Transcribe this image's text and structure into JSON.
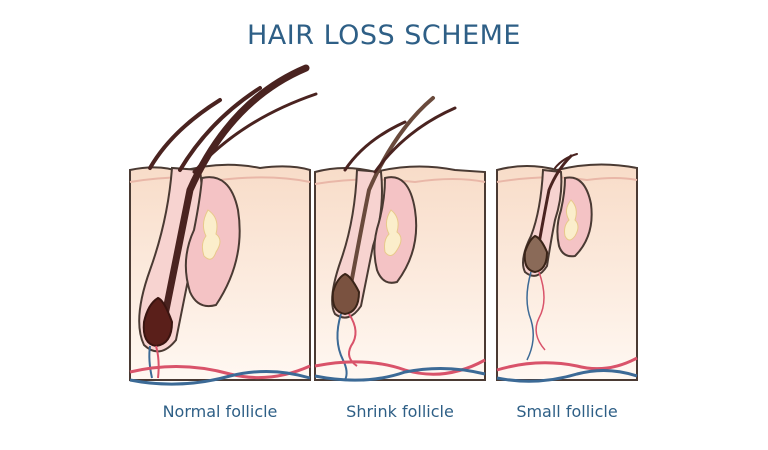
{
  "title": "HAIR LOSS SCHEME",
  "panels": [
    {
      "caption": "Normal follicle"
    },
    {
      "caption": "Shrink follicle"
    },
    {
      "caption": "Small follicle"
    }
  ],
  "colors": {
    "title": "#2e5f86",
    "skin_top": "#f9e3d3",
    "skin_bottom": "#fff6ef",
    "outline": "#4a3a33",
    "follicle_fill": "#f7d3d0",
    "gland_fill": "#f4c3c5",
    "sebum": "#fbeecb",
    "hair_normal": "#4a2320",
    "hair_shrink": "#6a4a3c",
    "hair_small": "#7a6050",
    "vessel_red": "#d9536a",
    "vessel_blue": "#3c6a96"
  }
}
